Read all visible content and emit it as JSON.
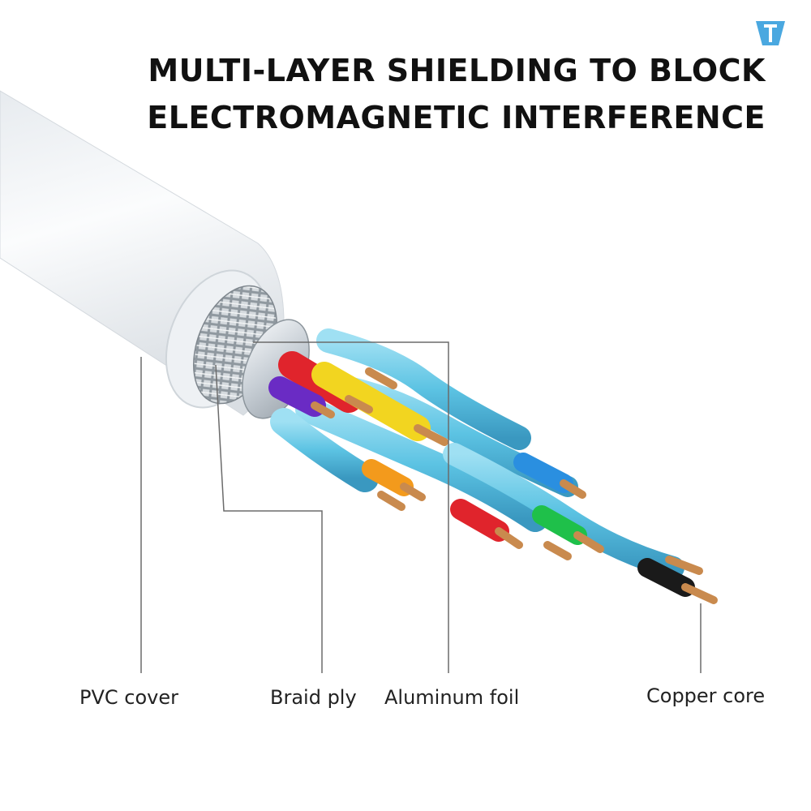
{
  "headline": {
    "line1": "MULTI-LAYER SHIELDING TO BLOCK",
    "line2": "ELECTROMAGNETIC INTERFERENCE"
  },
  "layers": [
    {
      "id": "pvc",
      "label": "PVC cover"
    },
    {
      "id": "braid",
      "label": "Braid ply"
    },
    {
      "id": "foil",
      "label": "Aluminum foil"
    },
    {
      "id": "copper",
      "label": "Copper core"
    }
  ],
  "colors": {
    "jacket": "#eef1f4",
    "shield_blue": "#5cc3e3",
    "copper": "#c98a4e",
    "wire_red": "#e0242c",
    "wire_yellow": "#f2d520",
    "wire_purple": "#6a2bc4",
    "wire_orange": "#f39a1c",
    "wire_blue": "#2a8fe0",
    "wire_green": "#1fc04a",
    "wire_black": "#1a1a1a",
    "logo": "#4aa8e0"
  },
  "icons": {
    "logo": "brand-logo-icon"
  }
}
